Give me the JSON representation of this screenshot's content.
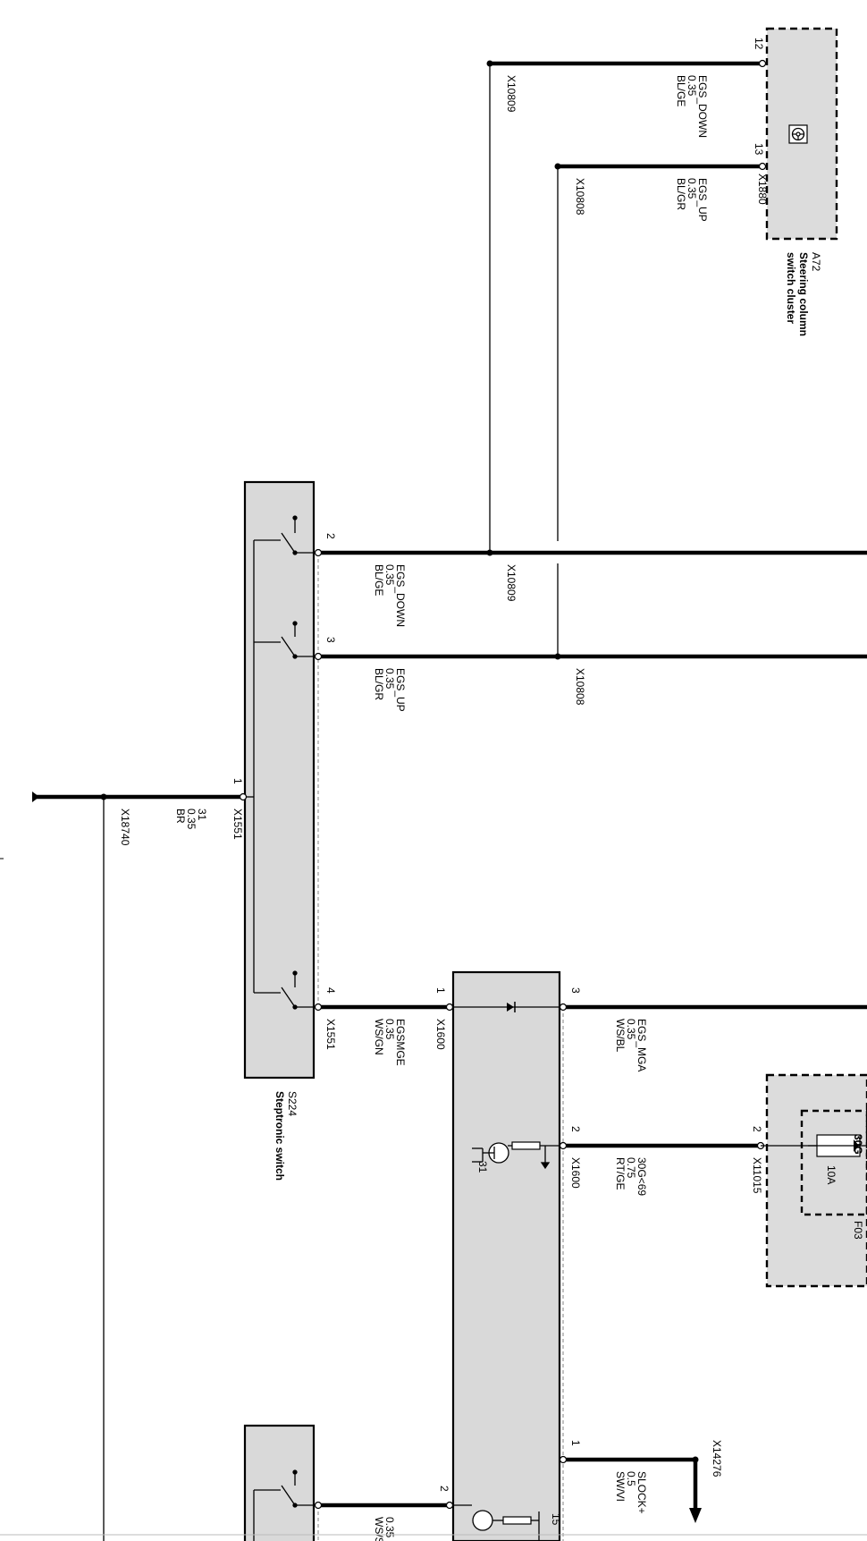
{
  "components": {
    "a72": {
      "code": "A72",
      "name_l1": "Steering column",
      "name_l2": "switch cluster",
      "connector": "X1880"
    },
    "s224": {
      "code": "S224",
      "name": "Steptronic switch"
    },
    "fuse": {
      "terminal": "30G",
      "rating": "10A",
      "connector": "X11015",
      "label_partial": "F03"
    }
  },
  "icons": {
    "a72": "steering-wheel-icon"
  },
  "pins": {
    "a72_12": "12",
    "a72_13": "13",
    "s224_2": "2",
    "s224_3": "3",
    "s224_1": "1",
    "s224_4": "4",
    "m_1": "1",
    "m_3": "3",
    "m_2": "2",
    "m_1b": "1",
    "fuse_2": "2",
    "bottom_2": "2",
    "bottom_15": "15"
  },
  "wires": {
    "top_down": {
      "signal": "EGS_DOWN",
      "size": "0.35",
      "color": "BL/GE"
    },
    "top_up": {
      "signal": "EGS_UP",
      "size": "0.35",
      "color": "BL/GR"
    },
    "mid_down": {
      "signal": "EGS_DOWN",
      "size": "0.35",
      "color": "BL/GE"
    },
    "mid_up": {
      "signal": "EGS_UP",
      "size": "0.35",
      "color": "BL/GR"
    },
    "ground": {
      "signal": "31",
      "size": "0.35",
      "color": "BR"
    },
    "egsmge": {
      "signal": "EGSMGE",
      "size": "0.35",
      "color": "WS/GN"
    },
    "egs_mga": {
      "signal": "EGS_MGA",
      "size": "0.35",
      "color": "WS/BL"
    },
    "g30": {
      "signal": "30G<69",
      "size": "0.75",
      "color": "RT/GE"
    },
    "slock": {
      "signal": "SLOCK+",
      "size": "0.5",
      "color": "SW/VI"
    },
    "bottom": {
      "size": "0.35",
      "color": "WS/S"
    }
  },
  "connectors": {
    "x10809_top": "X10809",
    "x10808_top": "X10808",
    "x10809_mid": "X10809",
    "x10808_mid": "X10808",
    "x1551_pin1": "X1551",
    "x1551_pin4": "X1551",
    "x18740": "X18740",
    "x1600_pin1": "X1600",
    "x1600_pin2": "X1600",
    "x14276": "X14276"
  },
  "symbols": {
    "ground_31": "31"
  }
}
